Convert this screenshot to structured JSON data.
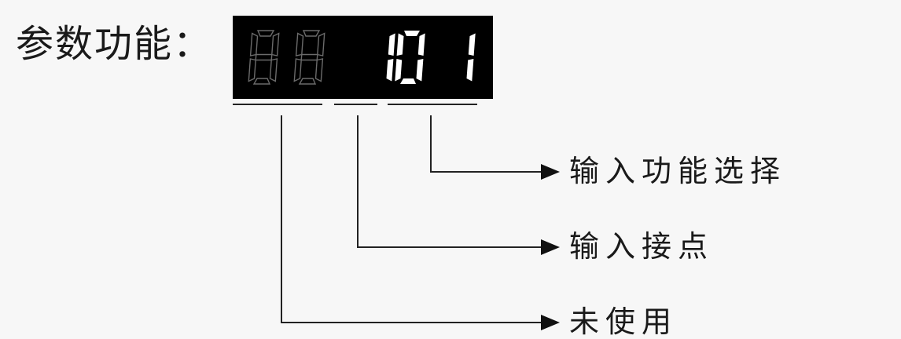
{
  "title": "参数功能：",
  "display": {
    "digits": [
      "8",
      "8",
      "",
      "1",
      "0",
      "1"
    ],
    "lit": [
      false,
      false,
      false,
      true,
      true,
      true
    ]
  },
  "callouts": [
    {
      "label": "输入功能选择"
    },
    {
      "label": "输入接点"
    },
    {
      "label": "未使用"
    }
  ],
  "colors": {
    "background": "#f7f7f7",
    "text": "#1a1a1a",
    "display": "#000000",
    "segment_on": "#ffffff",
    "segment_off": "#6b6b6b"
  }
}
